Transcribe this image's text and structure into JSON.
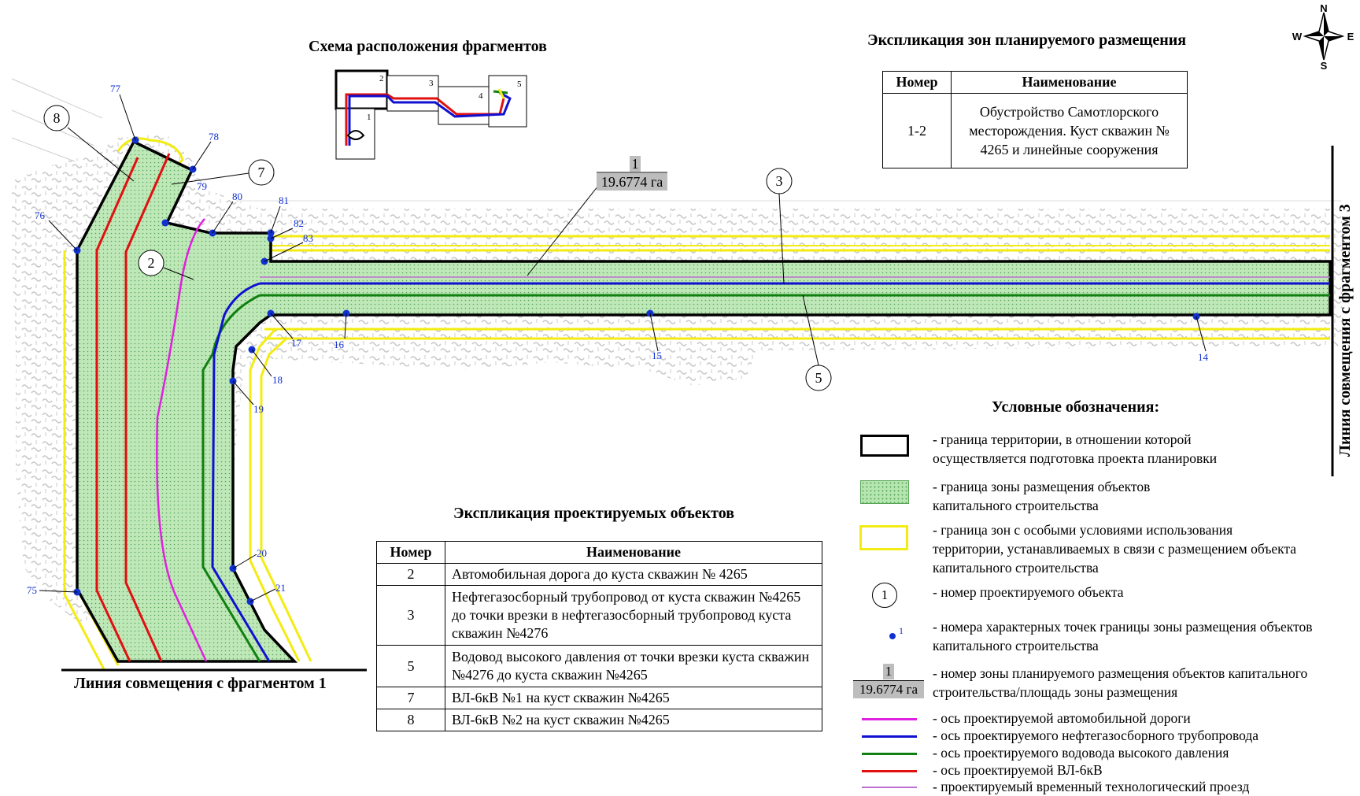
{
  "titles": {
    "scheme": "Схема расположения фрагментов",
    "zones_expl": "Экспликация зон планируемого размещения",
    "objects_expl": "Экспликация проектируемых объектов",
    "legend": "Условные обозначения:",
    "match_line_1": "Линия совмещения с фрагментом 1",
    "match_line_3": "Линия совмещения с фрагментом 3"
  },
  "compass": {
    "n": "N",
    "s": "S",
    "e": "E",
    "w": "W"
  },
  "zone_label": {
    "number": "1",
    "area": "19.6774 га"
  },
  "zones_table": {
    "headers": [
      "Номер",
      "Наименование"
    ],
    "rows": [
      {
        "num": "1-2",
        "name": "Обустройство Самотлорского месторождения. Куст скважин № 4265 и линейные сооружения"
      }
    ]
  },
  "objects_table": {
    "headers": [
      "Номер",
      "Наименование"
    ],
    "rows": [
      {
        "num": "2",
        "name": "Автомобильная дорога до куста скважин № 4265"
      },
      {
        "num": "3",
        "name": "Нефтегазосборный трубопровод от куста скважин №4265 до точки врезки в нефтегазосборный трубопровод куста скважин №4276"
      },
      {
        "num": "5",
        "name": "Водовод высокого давления от точки врезки куста скважин №4276 до куста скважин №4265"
      },
      {
        "num": "7",
        "name": "ВЛ-6кВ №1 на куст скважин №4265"
      },
      {
        "num": "8",
        "name": "ВЛ-6кВ №2 на куст скважин №4265"
      }
    ]
  },
  "legend": {
    "boundary_territory": "- граница территории, в отношении которой осуществляется подготовка проекта планировки",
    "boundary_zone": "- граница зоны размещения объектов капитального строительства",
    "special_zone": "- граница зон с особыми условиями использования территории, устанавливаемых в связи с размещением объекта капитального строительства",
    "object_number": "- номер проектируемого объекта",
    "object_number_sample": "1",
    "points": "- номера характерных точек границы зоны размещения объектов капитального строительства",
    "points_sample": "1",
    "zone_number": "- номер зоны планируемого размещения объектов капитального строительства/площадь зоны размещения",
    "zone_number_sample": "1",
    "zone_area_sample": "19.6774 га",
    "lines": [
      {
        "color": "#e020e0",
        "text": "- ось проектируемой автомобильной дороги"
      },
      {
        "color": "#1010d0",
        "text": "- ось проектируемого нефтегазосборного трубопровода"
      },
      {
        "color": "#108010",
        "text": "- ось проектируемого водовода высокого давления"
      },
      {
        "color": "#e01010",
        "text": "- ось проектируемой ВЛ-6кВ"
      },
      {
        "color": "#c070d0",
        "text": "- проектируемый временный технологический проезд"
      }
    ]
  },
  "scheme_fragments": [
    "1",
    "2",
    "3",
    "4",
    "5"
  ],
  "point_labels": [
    "77",
    "78",
    "79",
    "80",
    "81",
    "82",
    "83",
    "76",
    "75",
    "16",
    "17",
    "18",
    "19",
    "20",
    "21",
    "15",
    "14"
  ],
  "object_callouts": [
    "8",
    "7",
    "2",
    "3",
    "5"
  ],
  "colors": {
    "zone_fill": "#b6e6b0",
    "special_zone": "#f5ef1a",
    "boundary": "#000000",
    "points": "#1030d0"
  }
}
